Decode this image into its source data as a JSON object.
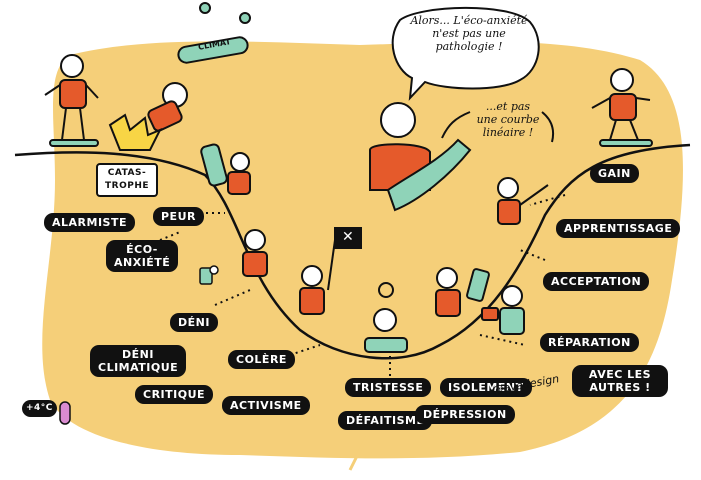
{
  "colors": {
    "blob": "#f5cf79",
    "curve": "#111111",
    "label_bg": "#111111",
    "label_text": "#ffffff",
    "shirt": "#e55a2b",
    "climat_band": "#8fd3b8",
    "thermo": "#d98bd0"
  },
  "labels": {
    "catastrophe": "CATAS-TROPHE",
    "alarmiste": "ALARMISTE",
    "peur": "PEUR",
    "eco_anxiete": "ÉCO-ANXIÉTÉ",
    "deni": "DÉNI",
    "deni_climatique": "DÉNI CLIMATIQUE",
    "critique": "CRITIQUE",
    "colere": "COLÈRE",
    "activisme": "ACTIVISME",
    "tristesse": "TRISTESSE",
    "isolement": "ISOLEMENT",
    "defaitisme": "DÉFAITISME",
    "depression": "DÉPRESSION",
    "reparation": "RÉPARATION",
    "avec_les_autres": "AVEC LES AUTRES !",
    "acceptation": "ACCEPTATION",
    "apprentissage": "APPRENTISSAGE",
    "gain": "GAIN"
  },
  "speech": {
    "bubble": "Alors... L'éco-anxiété n'est pas une pathologie !",
    "note": "...et pas une courbe linéaire !"
  },
  "signature": "@ayadesign",
  "temperature": "+4°C",
  "climat_tag": "CLIMAT",
  "flag_mark": "✕"
}
